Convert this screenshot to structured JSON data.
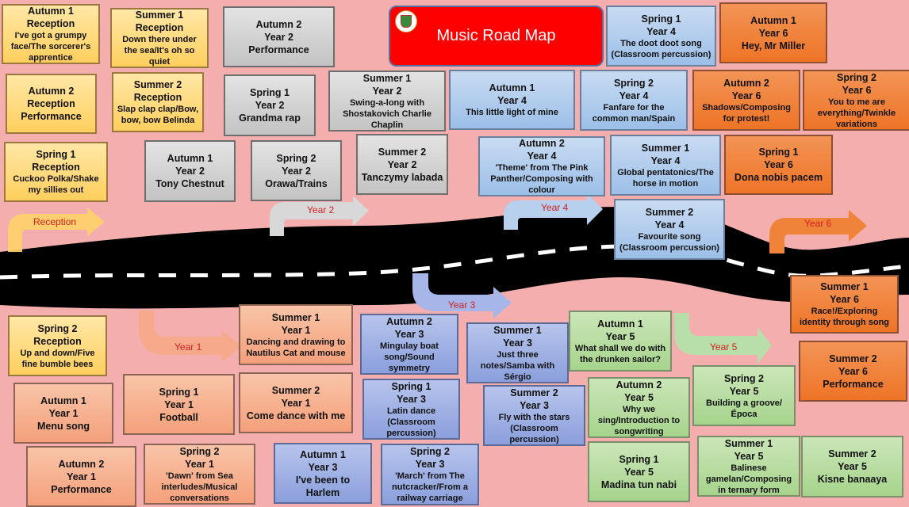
{
  "title": "Music Road Map",
  "colors": {
    "background": "#f4aeae",
    "title": "#ff0000",
    "arrow_text": "#d42020"
  },
  "arrows": {
    "reception": "Reception",
    "year1": "Year 1",
    "year2": "Year 2",
    "year3": "Year 3",
    "year4": "Year 4",
    "year5": "Year 5",
    "year6": "Year 6"
  },
  "boxes": [
    {
      "term": "Autumn 1",
      "year": "Reception",
      "title": "I've got a grumpy face/The sorcerer's apprentice",
      "group": "reception"
    },
    {
      "term": "Summer 1",
      "year": "Reception",
      "title": "Down there under the sea/It's oh so quiet",
      "group": "reception"
    },
    {
      "term": "Autumn 2",
      "year": "Year 2",
      "title": "Performance",
      "group": "y2"
    },
    {
      "term": "Autumn 2",
      "year": "Reception",
      "title": "Performance",
      "group": "reception"
    },
    {
      "term": "Summer 2",
      "year": "Reception",
      "title": "Slap clap clap/Bow, bow, bow Belinda",
      "group": "reception"
    },
    {
      "term": "Spring 1",
      "year": "Year 2",
      "title": "Grandma rap",
      "group": "y2"
    },
    {
      "term": "Summer 1",
      "year": "Year 2",
      "title": "Swing-a-long with Shostakovich Charlie Chaplin",
      "group": "y2"
    },
    {
      "term": "Spring 1",
      "year": "Reception",
      "title": "Cuckoo Polka/Shake my sillies out",
      "group": "reception"
    },
    {
      "term": "Autumn 1",
      "year": "Year 2",
      "title": "Tony Chestnut",
      "group": "y2"
    },
    {
      "term": "Spring 2",
      "year": "Year 2",
      "title": "Orawa/Trains",
      "group": "y2"
    },
    {
      "term": "Summer 2",
      "year": "Year 2",
      "title": "Tanczymy labada",
      "group": "y2"
    },
    {
      "term": "Spring 1",
      "year": "Year 4",
      "title": "The doot doot song (Classroom percussion)",
      "group": "y4"
    },
    {
      "term": "Autumn 1",
      "year": "Year 6",
      "title": "Hey, Mr Miller",
      "group": "y6"
    },
    {
      "term": "Autumn 1",
      "year": "Year 4",
      "title": "This little light of mine",
      "group": "y4"
    },
    {
      "term": "Spring 2",
      "year": "Year 4",
      "title": "Fanfare for the common man/Spain",
      "group": "y4"
    },
    {
      "term": "Autumn 2",
      "year": "Year 6",
      "title": "Shadows/Composing for protest!",
      "group": "y6"
    },
    {
      "term": "Spring 2",
      "year": "Year 6",
      "title": "You to me are everything/Twinkle variations",
      "group": "y6"
    },
    {
      "term": "Autumn 2",
      "year": "Year 4",
      "title": "'Theme' from The Pink Panther/Composing with colour",
      "group": "y4"
    },
    {
      "term": "Summer 1",
      "year": "Year 4",
      "title": "Global pentatonics/The horse in motion",
      "group": "y4"
    },
    {
      "term": "Spring 1",
      "year": "Year 6",
      "title": "Dona nobis pacem",
      "group": "y6"
    },
    {
      "term": "Summer 2",
      "year": "Year 4",
      "title": "Favourite song (Classroom percussion)",
      "group": "y4"
    },
    {
      "term": "Spring 2",
      "year": "Reception",
      "title": "Up and down/Five fine bumble bees",
      "group": "reception"
    },
    {
      "term": "Summer 1",
      "year": "Year 1",
      "title": "Dancing and drawing to Nautilus Cat and mouse",
      "group": "y1"
    },
    {
      "term": "Autumn 2",
      "year": "Year 3",
      "title": "Mingulay boat song/Sound symmetry",
      "group": "y3"
    },
    {
      "term": "Autumn 1",
      "year": "Year 1",
      "title": "Menu song",
      "group": "y1"
    },
    {
      "term": "Spring 1",
      "year": "Year 1",
      "title": "Football",
      "group": "y1"
    },
    {
      "term": "Summer 2",
      "year": "Year 1",
      "title": "Come dance with me",
      "group": "y1"
    },
    {
      "term": "Spring 1",
      "year": "Year 3",
      "title": "Latin dance (Classroom percussion)",
      "group": "y3"
    },
    {
      "term": "Autumn 2",
      "year": "Year 1",
      "title": "Performance",
      "group": "y1"
    },
    {
      "term": "Spring 2",
      "year": "Year 1",
      "title": "'Dawn' from Sea interludes/Musical conversations",
      "group": "y1"
    },
    {
      "term": "Autumn 1",
      "year": "Year 3",
      "title": "I've been to Harlem",
      "group": "y3"
    },
    {
      "term": "Spring 2",
      "year": "Year 3",
      "title": "'March' from The nutcracker/From a railway carriage",
      "group": "y3"
    },
    {
      "term": "Summer 1",
      "year": "Year 3",
      "title": "Just three notes/Samba with Sérgio",
      "group": "y3"
    },
    {
      "term": "Summer 2",
      "year": "Year 3",
      "title": "Fly with the stars (Classroom percussion)",
      "group": "y3"
    },
    {
      "term": "Autumn 1",
      "year": "Year 5",
      "title": "What shall we do with the drunken sailor?",
      "group": "y5"
    },
    {
      "term": "Autumn 2",
      "year": "Year 5",
      "title": "Why we sing/Introduction to songwriting",
      "group": "y5"
    },
    {
      "term": "Spring 1",
      "year": "Year 5",
      "title": "Madina tun nabi",
      "group": "y5"
    },
    {
      "term": "Spring 2",
      "year": "Year 5",
      "title": "Building a groove/Época",
      "group": "y5"
    },
    {
      "term": "Summer 1",
      "year": "Year 5",
      "title": "Balinese gamelan/Composing in ternary form",
      "group": "y5"
    },
    {
      "term": "Summer 2",
      "year": "Year 5",
      "title": "Kisne banaaya",
      "group": "y5"
    },
    {
      "term": "Summer 1",
      "year": "Year 6",
      "title": "Race!/Exploring identity through song",
      "group": "y6"
    },
    {
      "term": "Summer 2",
      "year": "Year 6",
      "title": "Performance",
      "group": "y6"
    }
  ]
}
